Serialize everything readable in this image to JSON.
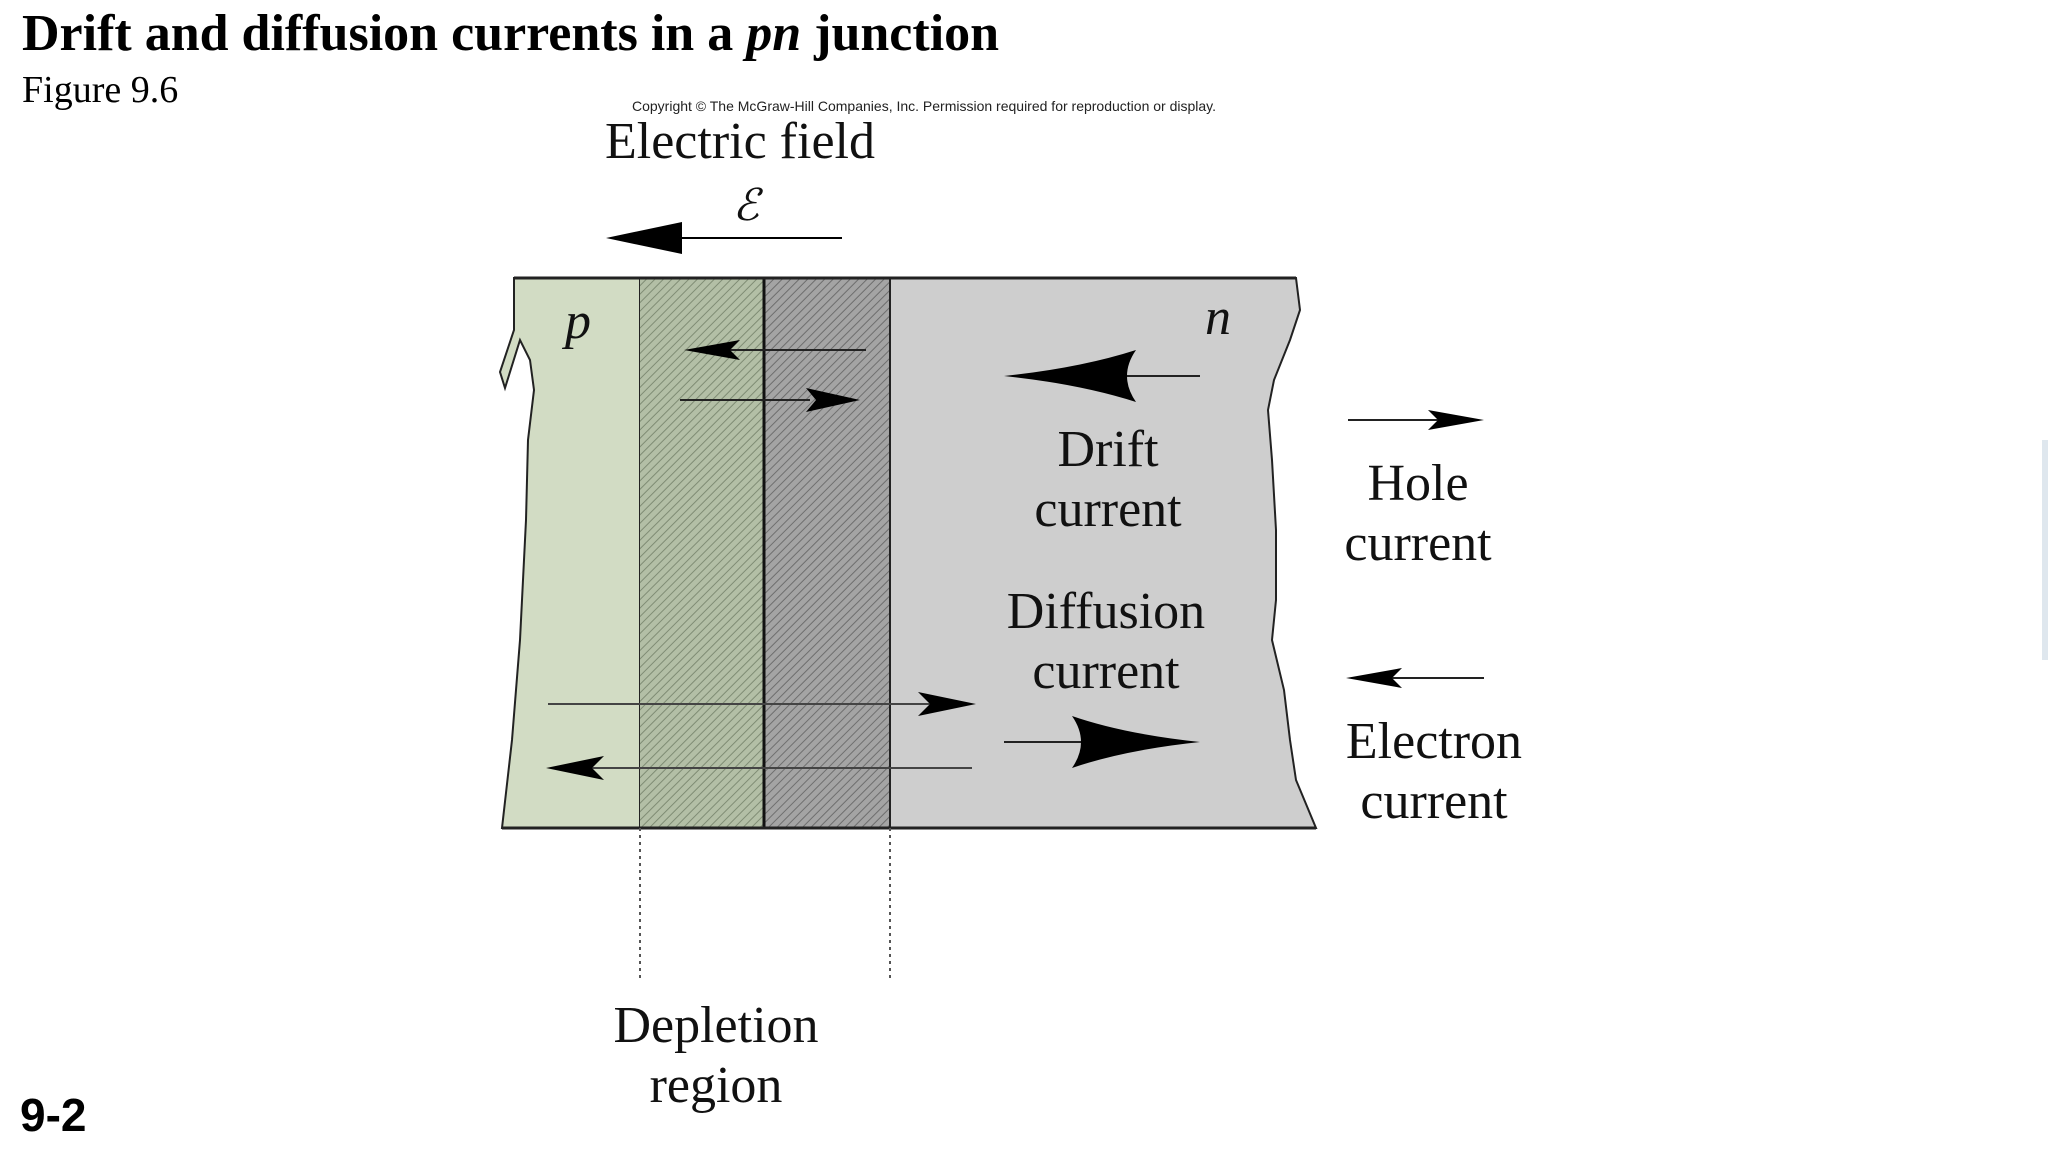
{
  "title_prefix": "Drift and diffusion currents in a",
  "title_italic": "pn",
  "title_suffix": "junction",
  "figure_number": "Figure 9.6",
  "copyright": "Copyright © The McGraw-Hill Companies, Inc. Permission required for reproduction or display.",
  "slide_number": "9-2",
  "diagram": {
    "electric_field_label": "Electric field",
    "field_symbol": "ℰ",
    "p_label": "p",
    "n_label": "n",
    "drift_label_1": "Drift",
    "drift_label_2": "current",
    "diffusion_label_1": "Diffusion",
    "diffusion_label_2": "current",
    "hole_label_1": "Hole",
    "hole_label_2": "current",
    "electron_label_1": "Electron",
    "electron_label_2": "current",
    "depletion_label_1": "Depletion",
    "depletion_label_2": "region",
    "colors": {
      "p_region": "#d2dcc4",
      "p_depletion": "#a6b39a",
      "n_depletion": "#9a9a9a",
      "n_region": "#cecece"
    }
  }
}
